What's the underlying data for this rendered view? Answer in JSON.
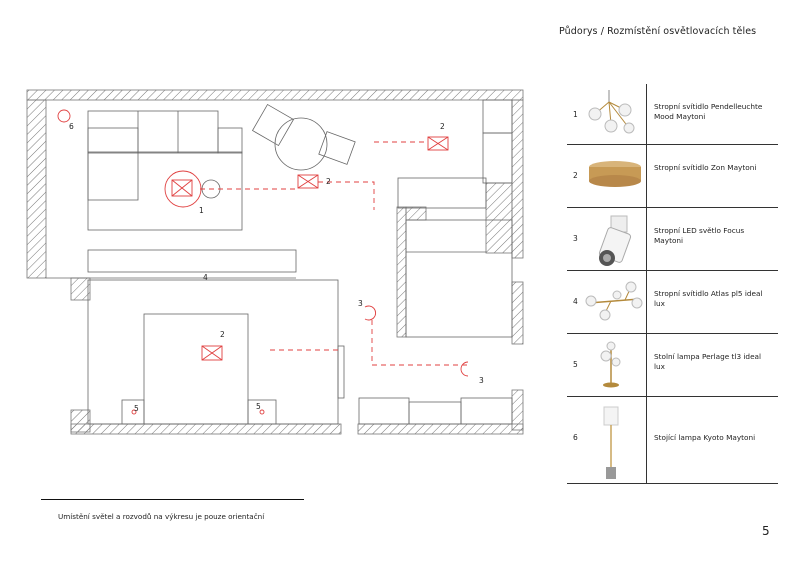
{
  "header": {
    "title": "Půdorys / Rozmístění osvětlovacích těles"
  },
  "page_number": "5",
  "footer_note": "Umístění světel a rozvodů na výkresu je pouze orientační",
  "plan_labels": {
    "l6": "6",
    "l1": "1",
    "l2a": "2",
    "l2b": "2",
    "l2c": "2",
    "l4": "4",
    "l3a": "3",
    "l3b": "3",
    "l5a": "5",
    "l5b": "5"
  },
  "legend": [
    {
      "num": "1",
      "name": "Stropní svítidlo Pendelleuchte Mood Maytoni",
      "icon": "pendant-chandelier-icon"
    },
    {
      "num": "2",
      "name": "Stropní svítidlo Zon Maytoni",
      "icon": "round-ceiling-light-icon"
    },
    {
      "num": "3",
      "name": "Stropní LED světlo Focus Maytoni",
      "icon": "spot-light-icon"
    },
    {
      "num": "4",
      "name": "Stropní svítidlo Atlas pl5 ideal lux",
      "icon": "atlas-ceiling-light-icon"
    },
    {
      "num": "5",
      "name": "Stolní lampa Perlage tl3 ideal lux",
      "icon": "table-lamp-icon"
    },
    {
      "num": "6",
      "name": "Stojící lampa Kyoto Maytoni",
      "icon": "floor-lamp-icon"
    }
  ],
  "colors": {
    "wiring": "#e04040",
    "lines": "#555555"
  }
}
